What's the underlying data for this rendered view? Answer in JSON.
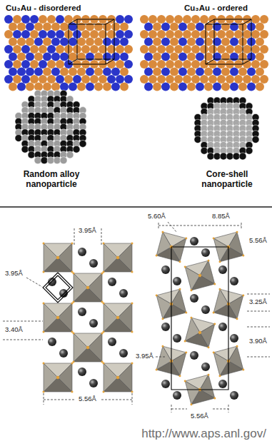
{
  "diagram": {
    "labels": [
      "Cu₃Au - disordered",
      "Cu₃Au - ordered",
      "Random alloy nanoparticle",
      "Core-shell nanoparticle",
      "3.95Å",
      "3.95Å",
      "3.40Å",
      "5.56Å",
      "8.85Å",
      "5.60Å",
      "5.56Å",
      "3.25Å",
      "3.90Å",
      "3.95Å",
      "5.56Å",
      "http://www.aps.anl.gov/"
    ]
  }
}
